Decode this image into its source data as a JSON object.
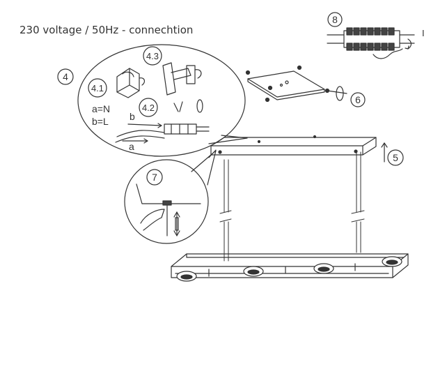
{
  "header": {
    "voltage_text": "230 voltage / 50Hz - connechtion"
  },
  "steps": {
    "s4": "4",
    "s4_1": "4.1",
    "s4_2": "4.2",
    "s4_3": "4.3",
    "s5": "5",
    "s6": "6",
    "s7": "7",
    "s8": "8"
  },
  "labels": {
    "a_eq_n": "a=N",
    "b_eq_l": "b=L",
    "a": "a",
    "b": "b",
    "i": "I"
  }
}
